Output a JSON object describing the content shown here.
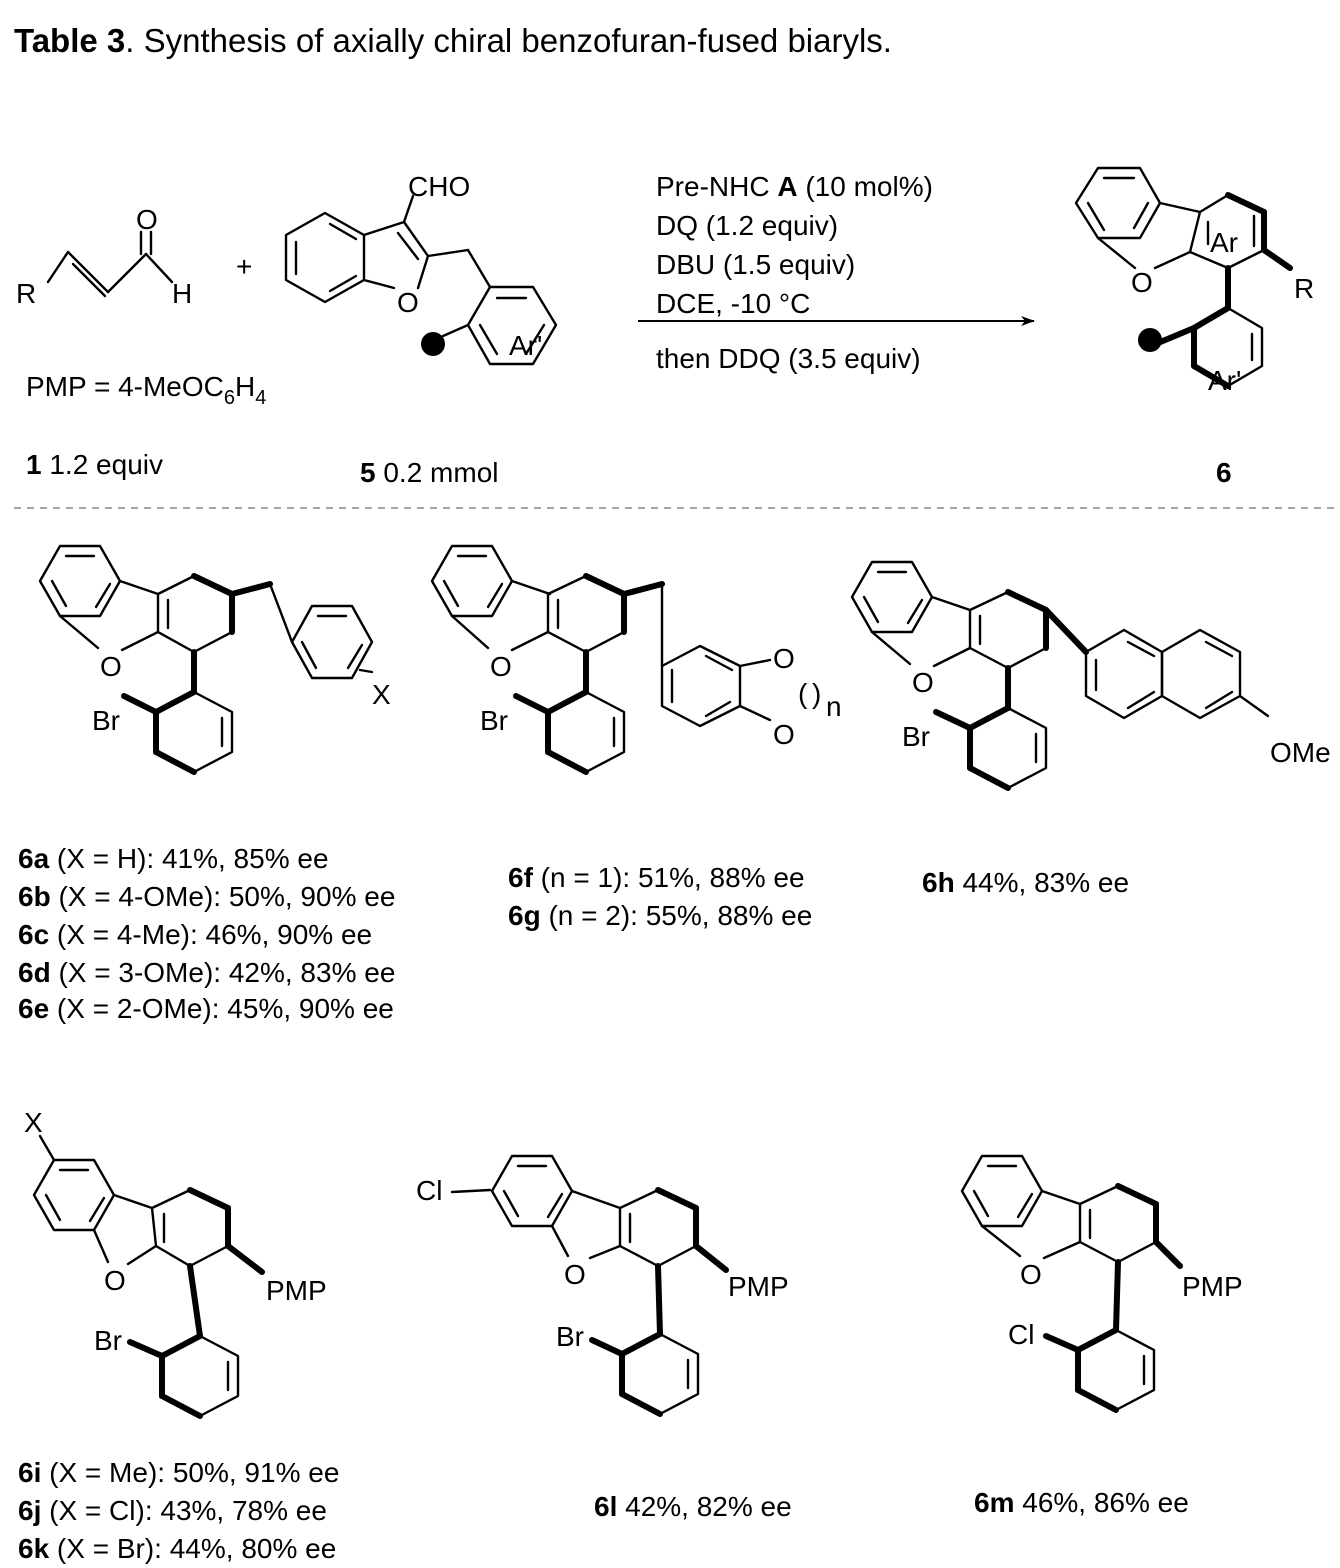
{
  "title": {
    "label": "Table 3",
    "text": ". Synthesis of axially chiral benzofuran-fused biaryls."
  },
  "scheme": {
    "reagent1": {
      "labels": {
        "R": "R",
        "O": "O",
        "H": "H"
      },
      "plus": "+",
      "pmp_definition": {
        "lhs": "PMP = 4-MeOC",
        "sub1": "6",
        "mid": "H",
        "sub2": "4"
      },
      "compound_num": "1",
      "amount": " 1.2 equiv"
    },
    "reagent5": {
      "labels": {
        "CHO": "CHO",
        "O": "O",
        "Ar": "Ar'"
      },
      "compound_num": "5",
      "amount": " 0.2 mmol"
    },
    "conditions": {
      "line1_pre": "Pre-NHC ",
      "line1_bold": "A",
      "line1_post": " (10 mol%)",
      "line2": "DQ (1.2 equiv)",
      "line3": "DBU (1.5 equiv)",
      "line4": "DCE, -10 °C",
      "line5": "then DDQ (3.5 equiv)"
    },
    "product6": {
      "labels": {
        "Ar": "Ar",
        "O": "O",
        "R": "R",
        "Ar2": "Ar'"
      },
      "compound_num": "6"
    }
  },
  "structures": {
    "s1": {
      "O": "O",
      "Br": "Br",
      "X": "X"
    },
    "s2": {
      "O": "O",
      "O1": "O",
      "O2": "O",
      "n": "n",
      "Br": "Br",
      "paren_l": "(",
      "paren_r": ")"
    },
    "s3": {
      "O": "O",
      "Br": "Br",
      "OMe": "OMe"
    },
    "s4": {
      "X": "X",
      "O": "O",
      "Br": "Br",
      "PMP": "PMP"
    },
    "s5": {
      "Cl": "Cl",
      "O": "O",
      "Br": "Br",
      "PMP": "PMP"
    },
    "s6": {
      "O": "O",
      "Cl": "Cl",
      "PMP": "PMP"
    }
  },
  "captions": {
    "6a": {
      "id": "6a",
      "text": " (X = H): 41%, 85% ee"
    },
    "6b": {
      "id": "6b",
      "text": " (X = 4-OMe): 50%, 90% ee"
    },
    "6c": {
      "id": "6c",
      "text": " (X = 4-Me): 46%, 90% ee"
    },
    "6d": {
      "id": "6d",
      "text": " (X = 3-OMe): 42%, 83% ee"
    },
    "6e": {
      "id": "6e",
      "text": " (X = 2-OMe): 45%, 90% ee"
    },
    "6f": {
      "id": "6f",
      "text": " (n = 1): 51%, 88% ee"
    },
    "6g": {
      "id": "6g",
      "text": " (n = 2): 55%, 88% ee"
    },
    "6h": {
      "id": "6h",
      "text": " 44%, 83% ee"
    },
    "6i": {
      "id": "6i",
      "text": " (X = Me): 50%, 91% ee"
    },
    "6j": {
      "id": "6j",
      "text": " (X = Cl): 43%, 78% ee"
    },
    "6k": {
      "id": "6k",
      "text": " (X = Br): 44%, 80% ee"
    },
    "6l": {
      "id": "6l",
      "text": " 42%, 82% ee"
    },
    "6m": {
      "id": "6m",
      "text": " 46%, 86% ee"
    }
  }
}
